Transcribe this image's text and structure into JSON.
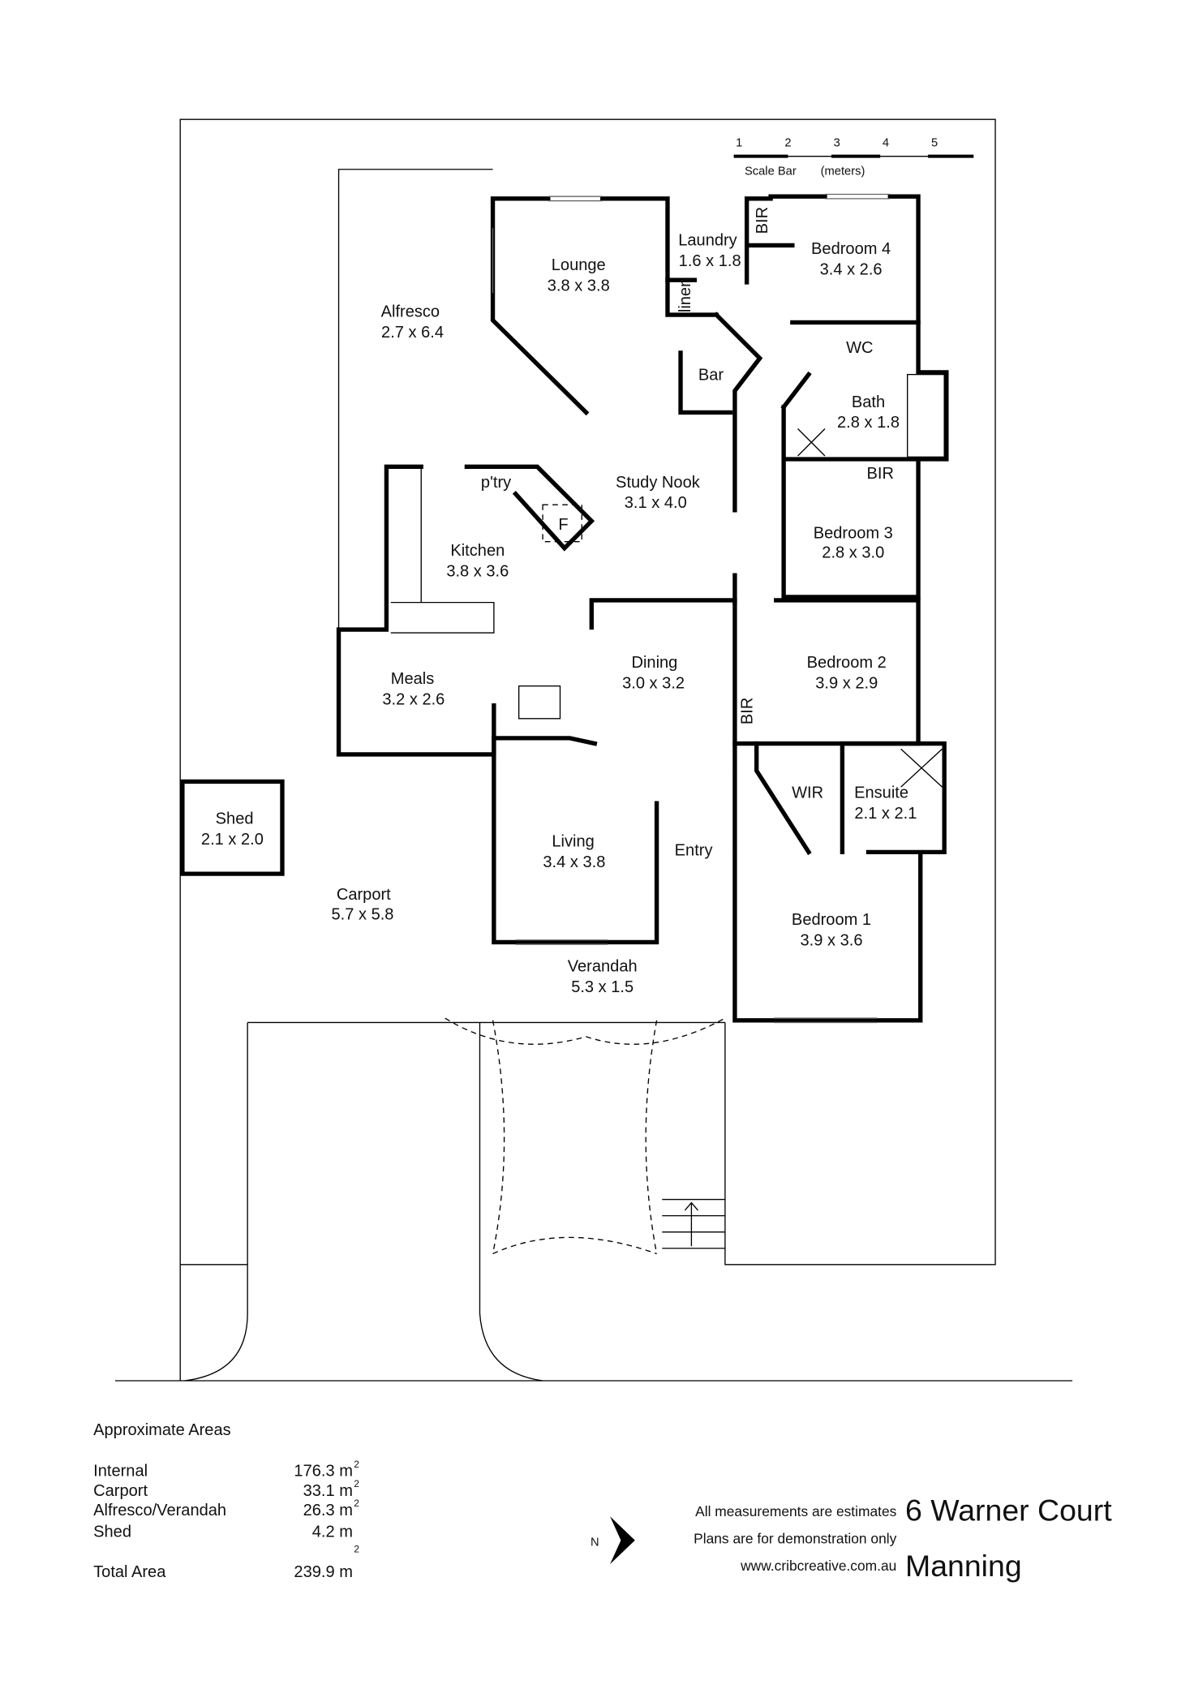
{
  "scale_bar": {
    "ticks": [
      "1",
      "2",
      "3",
      "4",
      "5"
    ],
    "label": "Scale Bar",
    "unit": "(meters)"
  },
  "rooms": {
    "lounge": {
      "name": "Lounge",
      "dims": "3.8  x  3.8"
    },
    "laundry": {
      "name": "Laundry",
      "dims": "1.6 x 1.8"
    },
    "bedroom4": {
      "name": "Bedroom 4",
      "dims": "3.4  x  2.6"
    },
    "alfresco": {
      "name": "Alfresco",
      "dims": "2.7  x  6.4"
    },
    "wc": {
      "name": "WC"
    },
    "bar": {
      "name": "Bar"
    },
    "bath": {
      "name": "Bath",
      "dims": "2.8  x  1.8"
    },
    "bir4": {
      "name": "BIR"
    },
    "linen": {
      "name": "linen"
    },
    "study": {
      "name": "Study Nook",
      "dims": "3.1  x  4.0"
    },
    "pantry": {
      "name": "p'try"
    },
    "fridge": {
      "name": "F"
    },
    "kitchen": {
      "name": "Kitchen",
      "dims": "3.8  x  3.6"
    },
    "bir3": {
      "name": "BIR"
    },
    "bedroom3": {
      "name": "Bedroom 3",
      "dims": "2.8  x  3.0"
    },
    "dining": {
      "name": "Dining",
      "dims": "3.0  x  3.2"
    },
    "bedroom2": {
      "name": "Bedroom 2",
      "dims": "3.9  x  2.9"
    },
    "meals": {
      "name": "Meals",
      "dims": "3.2  x  2.6"
    },
    "bir2": {
      "name": "BIR"
    },
    "wir": {
      "name": "WIR"
    },
    "ensuite": {
      "name": "Ensuite",
      "dims": "2.1 x 2.1"
    },
    "shed": {
      "name": "Shed",
      "dims": "2.1  x  2.0"
    },
    "living": {
      "name": "Living",
      "dims": "3.4  x  3.8"
    },
    "entry": {
      "name": "Entry"
    },
    "carport": {
      "name": "Carport",
      "dims": "5.7  x  5.8"
    },
    "bedroom1": {
      "name": "Bedroom 1",
      "dims": "3.9  x  3.6"
    },
    "verandah": {
      "name": "Verandah",
      "dims": "5.3  x  1.5"
    }
  },
  "areas": {
    "title": "Approximate Areas",
    "rows": [
      {
        "label": "Internal",
        "value": "176.3 m",
        "sup": "2"
      },
      {
        "label": "Carport",
        "value": "33.1 m",
        "sup": "2"
      },
      {
        "label": "Alfresco/Verandah",
        "value": "26.3 m",
        "sup": "2"
      },
      {
        "label": "Shed",
        "value": "4.2 m",
        "sup": "2"
      }
    ],
    "total_label": "Total Area",
    "total_value": "239.9 m"
  },
  "north": "N",
  "notes": [
    "All measurements are estimates",
    "Plans are for demonstration only",
    "www.cribcreative.com.au"
  ],
  "address": {
    "street": "6 Warner Court",
    "suburb": "Manning"
  }
}
